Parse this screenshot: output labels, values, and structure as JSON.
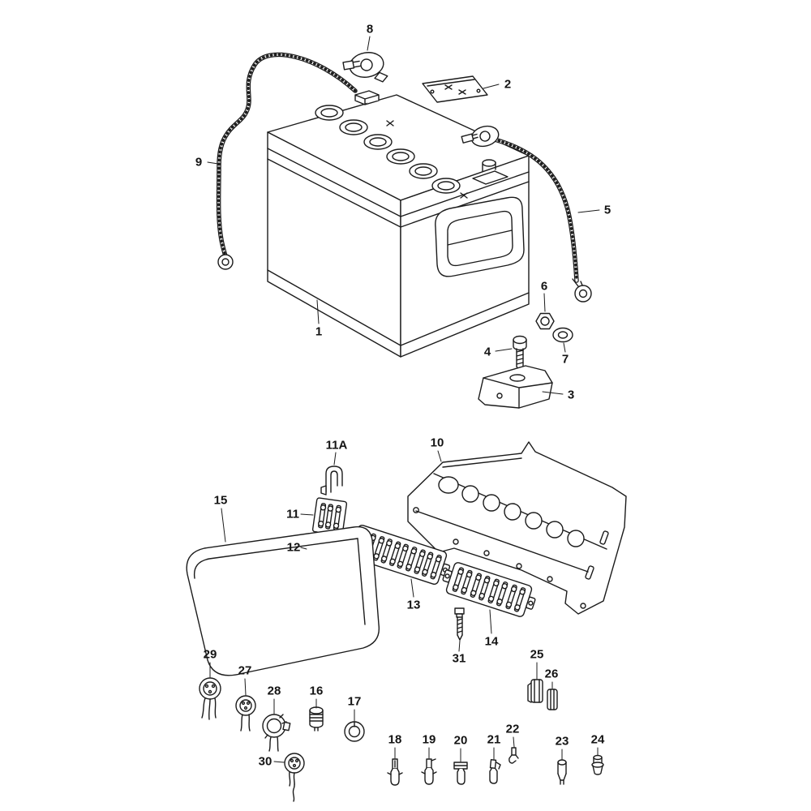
{
  "diagram": {
    "kind": "exploded-parts-diagram",
    "line_color": "#1b1b1b",
    "background": "#ffffff",
    "parts": [
      {
        "label": "1"
      },
      {
        "label": "2"
      },
      {
        "label": "3"
      },
      {
        "label": "4"
      },
      {
        "label": "5"
      },
      {
        "label": "6"
      },
      {
        "label": "7"
      },
      {
        "label": "8"
      },
      {
        "label": "9"
      },
      {
        "label": "10"
      },
      {
        "label": "11"
      },
      {
        "label": "11A"
      },
      {
        "label": "12"
      },
      {
        "label": "13"
      },
      {
        "label": "14"
      },
      {
        "label": "15"
      },
      {
        "label": "16"
      },
      {
        "label": "17"
      },
      {
        "label": "18"
      },
      {
        "label": "19"
      },
      {
        "label": "20"
      },
      {
        "label": "21"
      },
      {
        "label": "22"
      },
      {
        "label": "23"
      },
      {
        "label": "24"
      },
      {
        "label": "25"
      },
      {
        "label": "26"
      },
      {
        "label": "27"
      },
      {
        "label": "28"
      },
      {
        "label": "29"
      },
      {
        "label": "30"
      },
      {
        "label": "31"
      }
    ]
  }
}
